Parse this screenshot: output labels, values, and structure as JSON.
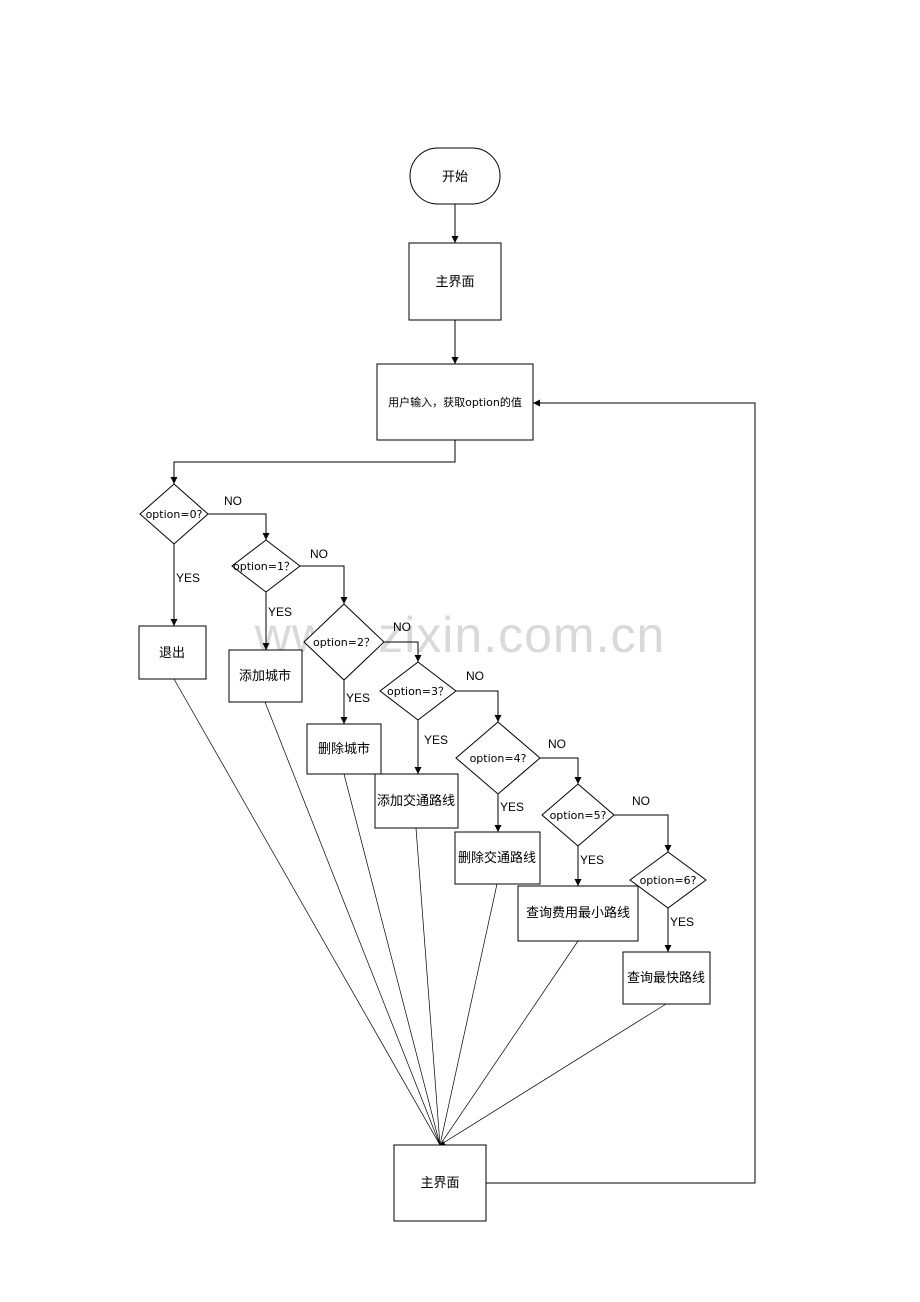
{
  "watermark": "www.zixin.com.cn",
  "nodes": {
    "start": "开始",
    "main_ui": "主界面",
    "input": "用户输入，获取option的值",
    "d0": "option=0?",
    "d1": "option=1？",
    "d2": "option=2？",
    "d3": "option=3？",
    "d4": "option=4?",
    "d5": "option=5?",
    "d6": "option=6?",
    "exit": "退出",
    "add_city": "添加城市",
    "del_city": "删除城市",
    "add_route": "添加交通路线",
    "del_route": "删除交通路线",
    "query_cost": "查询费用最小路线",
    "query_fast": "查询最快路线",
    "main_ui_end": "主界面"
  },
  "labels": {
    "yes": "YES",
    "no": "NO"
  }
}
